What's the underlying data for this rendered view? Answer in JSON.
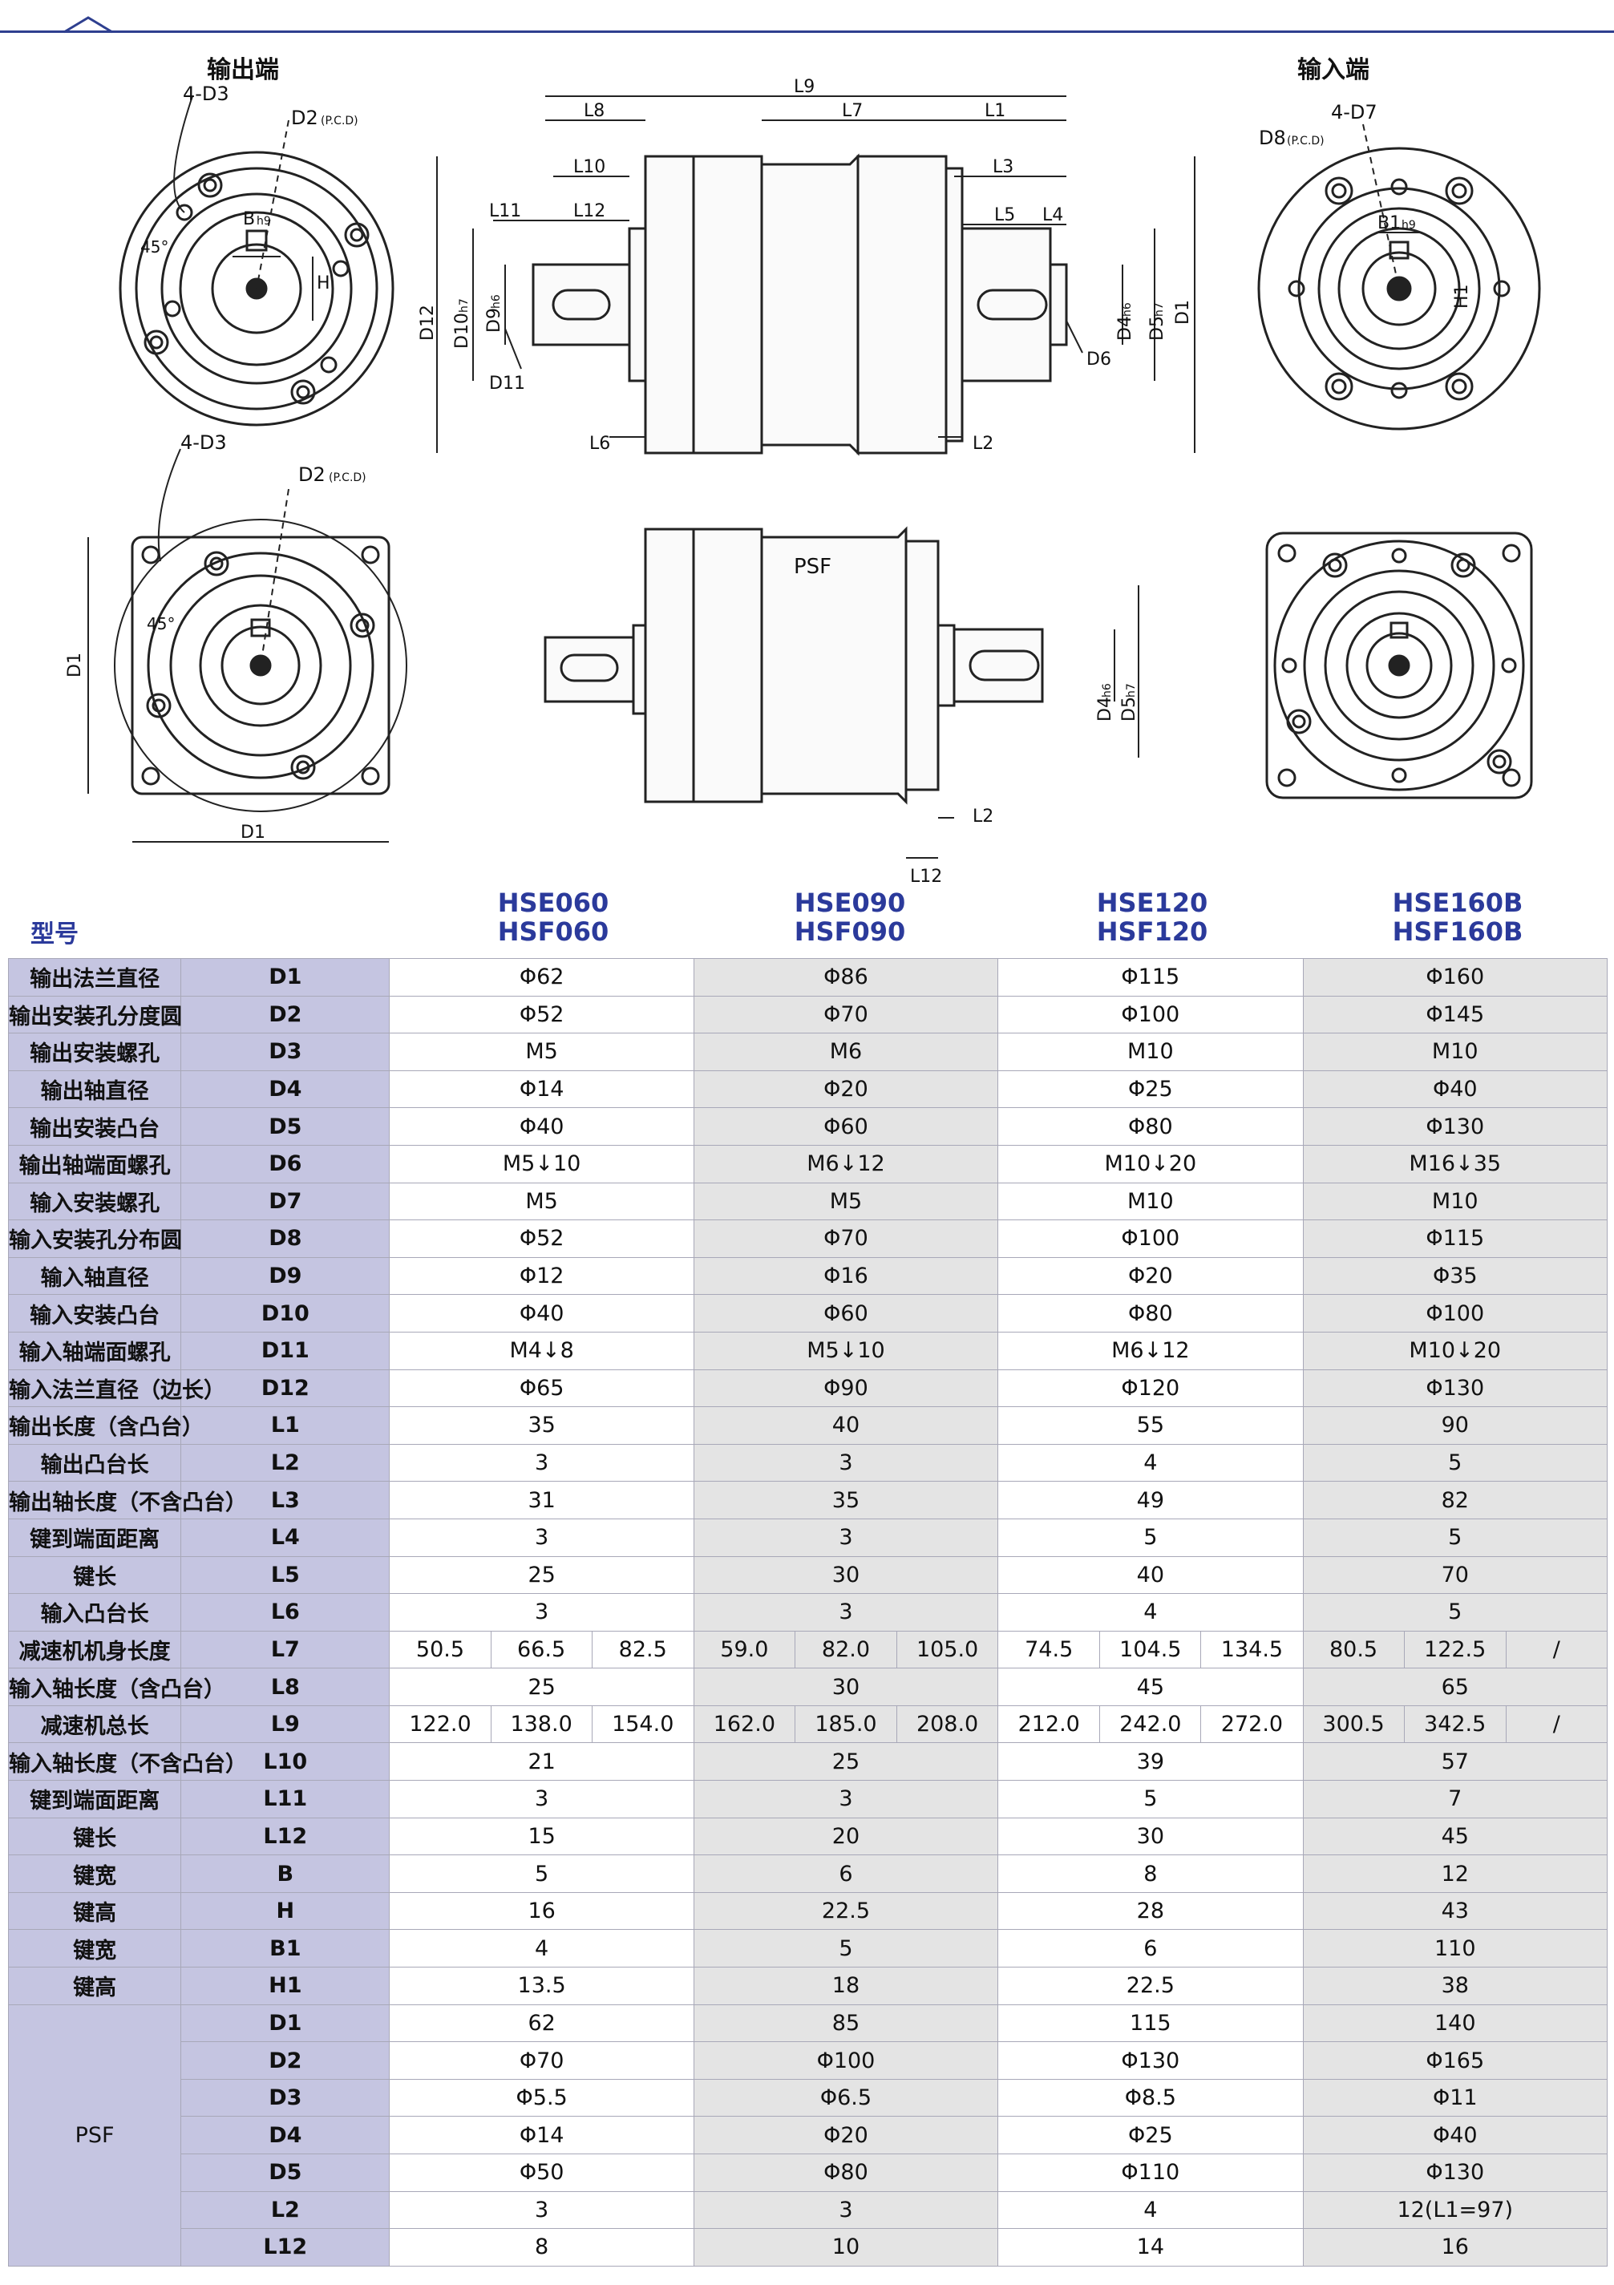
{
  "views": {
    "output_end": "输出端",
    "input_end": "输入端"
  },
  "drawing_labels": {
    "out_4d3": "4-D3",
    "out_d2": "D2",
    "pcd": "(P.C.D)",
    "out_b": "B",
    "out_b_tol": "h9",
    "out_h": "H",
    "out_45": "45°",
    "in_4d7": "4-D7",
    "in_d8": "D8",
    "in_b1": "B1",
    "in_b1_tol": "h9",
    "in_h1": "H1",
    "L9": "L9",
    "L8": "L8",
    "L7": "L7",
    "L1": "L1",
    "L10": "L10",
    "L3": "L3",
    "L11": "L11",
    "L12": "L12",
    "L5": "L5",
    "L4": "L4",
    "L6": "L6",
    "L2": "L2",
    "D12": "D12",
    "D10": "D10",
    "D10_tol": "h7",
    "D9": "D9",
    "D9_tol": "h6",
    "D11": "D11",
    "D6": "D6",
    "D4": "D4",
    "D4_tol": "h6",
    "D5": "D5",
    "D5_tol": "h7",
    "D1": "D1",
    "sq_4d3": "4-D3",
    "sq_d2": "D2",
    "sq_45": "45°",
    "sq_d1_v": "D1",
    "sq_d1_h": "D1",
    "psf_mark": "PSF",
    "psf_D4": "D4",
    "psf_D4_tol": "h6",
    "psf_D5": "D5",
    "psf_D5_tol": "h7",
    "psf_L2": "L2",
    "psf_L12": "L12"
  },
  "table": {
    "model_label": "型号",
    "models": [
      {
        "line1": "HSE060",
        "line2": "HSF060"
      },
      {
        "line1": "HSE090",
        "line2": "HSF090"
      },
      {
        "line1": "HSE120",
        "line2": "HSF120"
      },
      {
        "line1": "HSE160B",
        "line2": "HSF160B"
      }
    ],
    "rows": [
      {
        "name": "输出法兰直径",
        "code": "D1",
        "values": [
          "Φ62",
          "Φ86",
          "Φ115",
          "Φ160"
        ]
      },
      {
        "name": "输出安装孔分度圆",
        "code": "D2",
        "values": [
          "Φ52",
          "Φ70",
          "Φ100",
          "Φ145"
        ]
      },
      {
        "name": "输出安装螺孔",
        "code": "D3",
        "values": [
          "M5",
          "M6",
          "M10",
          "M10"
        ]
      },
      {
        "name": "输出轴直径",
        "code": "D4",
        "values": [
          "Φ14",
          "Φ20",
          "Φ25",
          "Φ40"
        ]
      },
      {
        "name": "输出安装凸台",
        "code": "D5",
        "values": [
          "Φ40",
          "Φ60",
          "Φ80",
          "Φ130"
        ]
      },
      {
        "name": "输出轴端面螺孔",
        "code": "D6",
        "values": [
          "M5↓10",
          "M6↓12",
          "M10↓20",
          "M16↓35"
        ]
      },
      {
        "name": "输入安装螺孔",
        "code": "D7",
        "values": [
          "M5",
          "M5",
          "M10",
          "M10"
        ]
      },
      {
        "name": "输入安装孔分布圆",
        "code": "D8",
        "values": [
          "Φ52",
          "Φ70",
          "Φ100",
          "Φ115"
        ]
      },
      {
        "name": "输入轴直径",
        "code": "D9",
        "values": [
          "Φ12",
          "Φ16",
          "Φ20",
          "Φ35"
        ]
      },
      {
        "name": "输入安装凸台",
        "code": "D10",
        "values": [
          "Φ40",
          "Φ60",
          "Φ80",
          "Φ100"
        ]
      },
      {
        "name": "输入轴端面螺孔",
        "code": "D11",
        "values": [
          "M4↓8",
          "M5↓10",
          "M6↓12",
          "M10↓20"
        ]
      },
      {
        "name": "输入法兰直径（边长）",
        "code": "D12",
        "values": [
          "Φ65",
          "Φ90",
          "Φ120",
          "Φ130"
        ]
      },
      {
        "name": "输出长度（含凸台）",
        "code": "L1",
        "values": [
          "35",
          "40",
          "55",
          "90"
        ]
      },
      {
        "name": "输出凸台长",
        "code": "L2",
        "values": [
          "3",
          "3",
          "4",
          "5"
        ]
      },
      {
        "name": "输出轴长度（不含凸台）",
        "code": "L3",
        "values": [
          "31",
          "35",
          "49",
          "82"
        ]
      },
      {
        "name": "键到端面距离",
        "code": "L4",
        "values": [
          "3",
          "3",
          "5",
          "5"
        ]
      },
      {
        "name": "键长",
        "code": "L5",
        "values": [
          "25",
          "30",
          "40",
          "70"
        ]
      },
      {
        "name": "输入凸台长",
        "code": "L6",
        "values": [
          "3",
          "3",
          "4",
          "5"
        ]
      },
      {
        "name": "减速机机身长度",
        "code": "L7",
        "split": [
          [
            "50.5",
            "66.5",
            "82.5"
          ],
          [
            "59.0",
            "82.0",
            "105.0"
          ],
          [
            "74.5",
            "104.5",
            "134.5"
          ],
          [
            "80.5",
            "122.5",
            "/"
          ]
        ]
      },
      {
        "name": "输入轴长度（含凸台）",
        "code": "L8",
        "values": [
          "25",
          "30",
          "45",
          "65"
        ]
      },
      {
        "name": "减速机总长",
        "code": "L9",
        "split": [
          [
            "122.0",
            "138.0",
            "154.0"
          ],
          [
            "162.0",
            "185.0",
            "208.0"
          ],
          [
            "212.0",
            "242.0",
            "272.0"
          ],
          [
            "300.5",
            "342.5",
            "/"
          ]
        ]
      },
      {
        "name": "输入轴长度（不含凸台）",
        "code": "L10",
        "values": [
          "21",
          "25",
          "39",
          "57"
        ]
      },
      {
        "name": "键到端面距离",
        "code": "L11",
        "values": [
          "3",
          "3",
          "5",
          "7"
        ]
      },
      {
        "name": "键长",
        "code": "L12",
        "values": [
          "15",
          "20",
          "30",
          "45"
        ]
      },
      {
        "name": "键宽",
        "code": "B",
        "values": [
          "5",
          "6",
          "8",
          "12"
        ]
      },
      {
        "name": "键高",
        "code": "H",
        "values": [
          "16",
          "22.5",
          "28",
          "43"
        ]
      },
      {
        "name": "键宽",
        "code": "B1",
        "values": [
          "4",
          "5",
          "6",
          "110"
        ]
      },
      {
        "name": "键高",
        "code": "H1",
        "values": [
          "13.5",
          "18",
          "22.5",
          "38"
        ]
      }
    ],
    "psf_label": "PSF",
    "psf_rows": [
      {
        "code": "D1",
        "values": [
          "62",
          "85",
          "115",
          "140"
        ]
      },
      {
        "code": "D2",
        "values": [
          "Φ70",
          "Φ100",
          "Φ130",
          "Φ165"
        ]
      },
      {
        "code": "D3",
        "values": [
          "Φ5.5",
          "Φ6.5",
          "Φ8.5",
          "Φ11"
        ]
      },
      {
        "code": "D4",
        "values": [
          "Φ14",
          "Φ20",
          "Φ25",
          "Φ40"
        ]
      },
      {
        "code": "D5",
        "values": [
          "Φ50",
          "Φ80",
          "Φ110",
          "Φ130"
        ]
      },
      {
        "code": "L2",
        "values": [
          "3",
          "3",
          "4",
          "12(L1=97)"
        ]
      },
      {
        "code": "L12",
        "values": [
          "8",
          "10",
          "14",
          "16"
        ]
      }
    ]
  }
}
